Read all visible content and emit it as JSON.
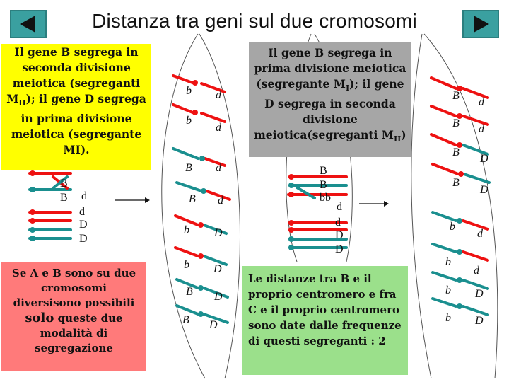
{
  "title": "Distanza tra geni sul due cromosomi",
  "nav": {
    "back_icon": "arrow-left-icon",
    "forward_icon": "arrow-right-icon",
    "color": "#3aa0a0"
  },
  "box_yellow": {
    "l1": "Il gene B segrega in",
    "l2": "seconda divisione",
    "l3": "meiotica (segreganti",
    "l4a": "M",
    "l4sub": "II",
    "l4b": "); il gene D segrega",
    "l5": "in prima divisione",
    "l6": "meiotica (segregante",
    "l7": "MI)."
  },
  "box_gray": {
    "l1": "Il gene B segrega in",
    "l2": "prima divisione meiotica",
    "l3a": "(segregante M",
    "l3sub": "I",
    "l3b": ");  il gene",
    "l4": "D segrega in seconda",
    "l5": "divisione",
    "l6a": "meiotica(segreganti M",
    "l6sub": "II",
    "l6b": ")"
  },
  "box_red": {
    "l1": "Se A e B sono su due",
    "l2": "cromosomi",
    "l3": "diversisono possibili",
    "l4a": "solo",
    "l4b": " queste due",
    "l5": "modalità di",
    "l6": "segregazione"
  },
  "box_green": {
    "l1": "Le distanze tra B e il",
    "l2": "proprio centromero e fra",
    "l3": "C e il proprio centromero",
    "l4": "sono date dalle frequenze",
    "l5": "di questi segreganti : 2"
  },
  "left_labels": {
    "b1": "B",
    "b2": "B",
    "d1": "d",
    "d2": "d",
    "D1": "D",
    "D2": "D"
  },
  "mid_labels": {
    "b1": "b",
    "d1": "d",
    "b2": "b",
    "d2": "d",
    "B1": "B",
    "d3": "d",
    "B2": "B",
    "d4": "d",
    "b3": "b",
    "D1": "D",
    "b4": "b",
    "D2": "D",
    "B3": "B",
    "D3": "D",
    "B4": "B",
    "D4": "D"
  },
  "center_labels": {
    "B1": "B",
    "B2": "B",
    "bb": "bb",
    "d1": "d",
    "d2": "d",
    "D1": "D",
    "D2": "D"
  },
  "right_labels": {
    "B1": "B",
    "d1": "d",
    "B2": "B",
    "d2": "d",
    "B3": "B",
    "D1": "D",
    "B4": "B",
    "D2": "D",
    "b1": "b",
    "d3": "d",
    "b2": "b",
    "d4": "d",
    "b3": "b",
    "D3": "D",
    "b4": "b",
    "D4": "D"
  },
  "colors": {
    "red_chromatid": "#ee1111",
    "teal_chromatid": "#1a8f8f",
    "yellow": "#ffff00",
    "gray": "#a6a6a6",
    "pink": "#ff7a7a",
    "green": "#9be08b"
  }
}
